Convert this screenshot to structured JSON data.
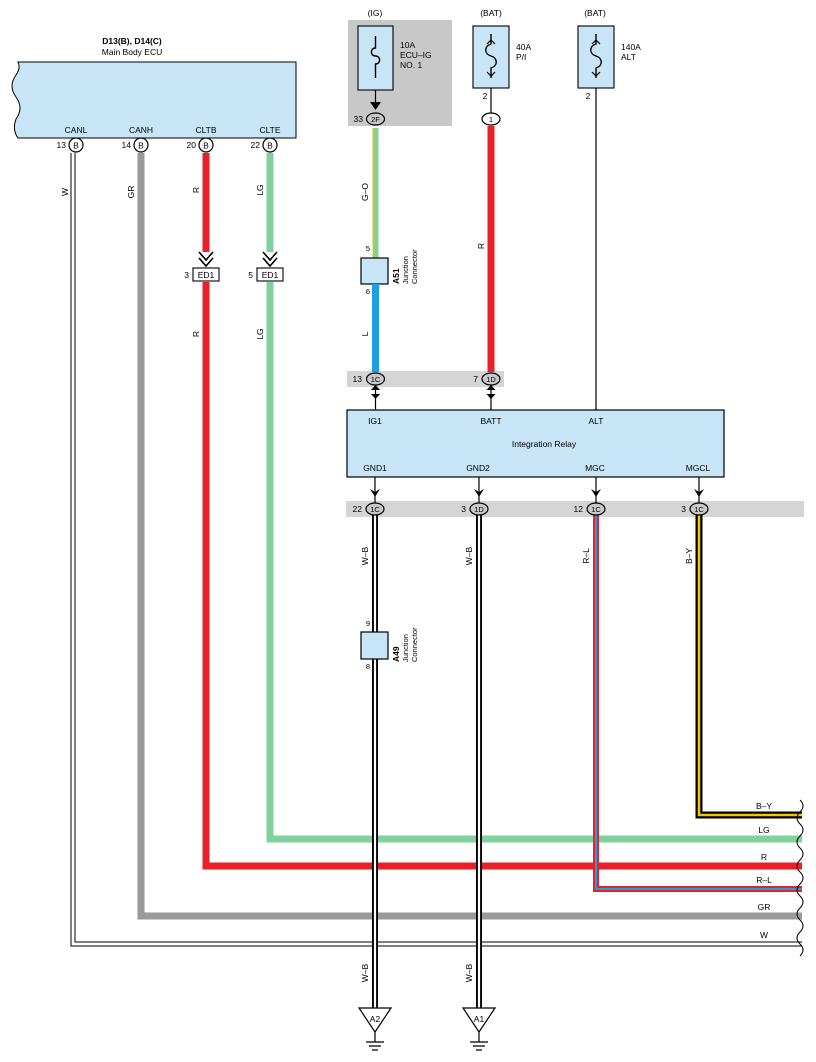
{
  "ecu": {
    "title1": "D13(B), D14(C)",
    "title2": "Main Body ECU",
    "pins": [
      {
        "label": "CANL",
        "num": "13",
        "conn": "B",
        "wire": "W"
      },
      {
        "label": "CANH",
        "num": "14",
        "conn": "B",
        "wire": "GR"
      },
      {
        "label": "CLTB",
        "num": "20",
        "conn": "B",
        "wire": "R"
      },
      {
        "label": "CLTE",
        "num": "22",
        "conn": "B",
        "wire": "LG"
      }
    ]
  },
  "ed1": [
    {
      "num": "3",
      "label": "ED1",
      "wire": "R"
    },
    {
      "num": "5",
      "label": "ED1",
      "wire": "LG"
    }
  ],
  "fuses": [
    {
      "source": "(IG)",
      "rating": "10A",
      "name1": "ECU–IG",
      "name2": "NO. 1",
      "pin": "33",
      "conn": "2F",
      "wire": "G–O"
    },
    {
      "source": "(BAT)",
      "rating": "40A",
      "name1": "P/I",
      "name2": "",
      "pin": "2",
      "conn": "1",
      "wire": "R"
    },
    {
      "source": "(BAT)",
      "rating": "140A",
      "name1": "ALT",
      "name2": "",
      "pin": "2",
      "conn": "",
      "wire": ""
    }
  ],
  "a51": {
    "id": "A51",
    "line1": "Junction",
    "line2": "Connector",
    "pin_in": "5",
    "pin_out": "6",
    "wire_out": "L"
  },
  "a49": {
    "id": "A49",
    "line1": "Junction",
    "line2": "Connector",
    "pin_in": "9",
    "pin_out": "8"
  },
  "relay_inputs": [
    {
      "num": "13",
      "conn": "1C"
    },
    {
      "num": "7",
      "conn": "1D"
    }
  ],
  "relay": {
    "name": "Integration Relay",
    "top_pins": [
      "IG1",
      "BATT",
      "ALT"
    ],
    "bottom_pins": [
      "GND1",
      "GND2",
      "MGC",
      "MGCL"
    ]
  },
  "relay_outputs": [
    {
      "num": "22",
      "conn": "1C",
      "wire": "W–B"
    },
    {
      "num": "3",
      "conn": "1D",
      "wire": "W–B"
    },
    {
      "num": "12",
      "conn": "1C",
      "wire": "R–L"
    },
    {
      "num": "3",
      "conn": "1C",
      "wire": "B–Y"
    }
  ],
  "bus_labels": [
    "B–Y",
    "LG",
    "R",
    "R–L",
    "GR",
    "W"
  ],
  "ground_wires": [
    "W–B",
    "W–B"
  ],
  "grounds": [
    "A2",
    "A1"
  ],
  "colors": {
    "red": "#e8202a",
    "green": "#7fd19e",
    "gray": "#999a9c",
    "blue": "#1ea0e0",
    "yellow": "#f2c800",
    "olive": "#b9c84a",
    "connector_fill": "#c7e5f7",
    "strip": "#d5d5d5",
    "ig_box": "#c8c8c8"
  }
}
